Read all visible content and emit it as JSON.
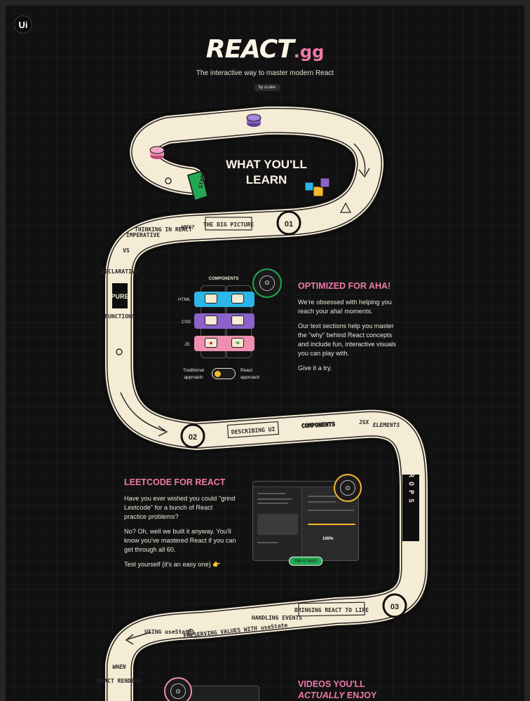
{
  "brand": {
    "logo_badge": "Ui",
    "name": "REACT",
    "suffix": ".gg",
    "tagline": "The interactive way to master modern React",
    "byline": "by ui.dev"
  },
  "board": {
    "start": "START",
    "steps": {
      "one": "01",
      "two": "02",
      "three": "03"
    },
    "tiles": {
      "big_picture": "THE BIG PICTURE",
      "why": "WHY?",
      "thinking": "THINKING IN REACT",
      "imperative": "IMPERATIVE",
      "vs": "VS",
      "declarative": "DECLARATIVE",
      "pure": "PURE",
      "functions": "FUNCTIONS",
      "describing_ui": "DESCRIBING UI",
      "components": "COMPONENTS",
      "jsx": "JSX",
      "elements": "ELEMENTS",
      "props": "P R O P S",
      "bringing": "BRINGING REACT TO LIFE",
      "handling_events": "HANDLING EVENTS",
      "preserving": "PRESERVING VALUES WITH useState",
      "using_usestate": "USING useState",
      "when": "WHEN",
      "react_renders": "REACT RENDERS"
    }
  },
  "learn": {
    "line1": "WHAT YOU'LL",
    "line2": "LEARN"
  },
  "aha": {
    "heading": "OPTIMIZED FOR AHA!",
    "p1": "We're obsessed with helping you reach your aha! moments.",
    "p2": "Our text sections help you master the \"why\" behind React concepts and include fun, interactive visuals you can play with.",
    "p3": "Give it a try.",
    "diagram": {
      "title": "COMPONENTS",
      "rows": [
        "HTML",
        "CSS",
        "JS"
      ],
      "traditional": "Traditional approach",
      "react": "React approach"
    }
  },
  "leetcode": {
    "heading": "LEETCODE FOR REACT",
    "p1": "Have you ever wished you could \"grind Leetcode\" for a bunch of React practice problems?",
    "p2": "No? Oh, well we built it anyway. You'll know you've mastered React if you can get through all 60.",
    "p3": "Test yourself (it's an easy one) 👉",
    "progress_label": "100%",
    "try_button": "TRY IT OUT!"
  },
  "videos": {
    "line1": "VIDEOS YOU'LL",
    "line2": "ACTUALLY",
    "line3": "ENJOY"
  },
  "colors": {
    "accent_pink": "#ee7aa8",
    "road": "#f5ecd6",
    "blue": "#2cb6e8",
    "purple": "#8a62c9",
    "pink": "#ee8fb0",
    "green": "#23a853"
  }
}
